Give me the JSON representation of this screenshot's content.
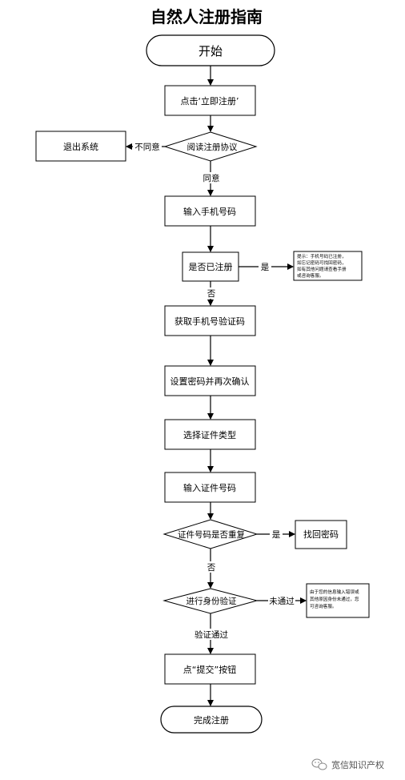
{
  "title": "自然人注册指南",
  "nodes": {
    "start": "开始",
    "click_register": "点击‘立即注册’",
    "read_agreement": "阅读注册协议",
    "exit_system": "退出系统",
    "enter_phone": "输入手机号码",
    "already_registered": "是否已注册",
    "registered_tip": [
      "提示：手机号码已注册，",
      "如忘记密码可找回密码，",
      "如有其他问题请查看手册",
      "或咨询客服。"
    ],
    "get_code": "获取手机号验证码",
    "set_password": "设置密码并再次确认",
    "choose_id_type": "选择证件类型",
    "enter_id_number": "输入证件号码",
    "id_duplicate": "证件号码是否重复",
    "retrieve_password": "找回密码",
    "verify_identity": "进行身份验证",
    "verify_fail_tip": [
      "由于您的信息输入错误或",
      "其他原因身份未通过，您",
      "可咨询客服。"
    ],
    "click_submit": "点“提交”按钮",
    "finish": "完成注册"
  },
  "edge_labels": {
    "disagree": "不同意",
    "agree": "同意",
    "yes_registered": "是",
    "no_registered": "否",
    "yes_duplicate": "是",
    "no_duplicate": "否",
    "fail": "未通过",
    "pass": "验证通过"
  },
  "watermark": "宽信知识产权"
}
